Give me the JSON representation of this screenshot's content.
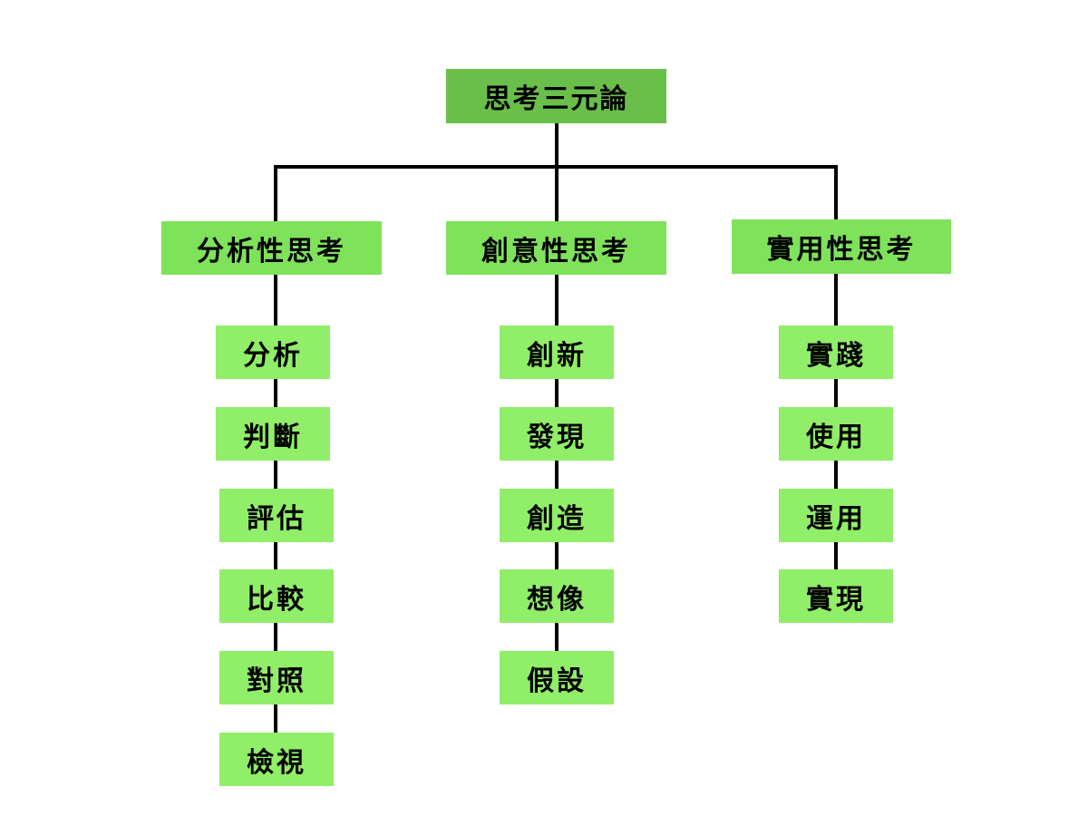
{
  "diagram": {
    "root": {
      "label": "思考三元論"
    },
    "categories": [
      {
        "label": "分析性思考",
        "items": [
          "分析",
          "判斷",
          "評估",
          "比較",
          "對照",
          "檢視"
        ]
      },
      {
        "label": "創意性思考",
        "items": [
          "創新",
          "發現",
          "創造",
          "想像",
          "假設"
        ]
      },
      {
        "label": "實用性思考",
        "items": [
          "實踐",
          "使用",
          "運用",
          "實現"
        ]
      }
    ],
    "colors": {
      "root_fill": "#6abf4b",
      "category_fill": "#7fe25b",
      "leaf_fill": "#90ee68",
      "line": "#000000",
      "background": "#ffffff"
    }
  }
}
